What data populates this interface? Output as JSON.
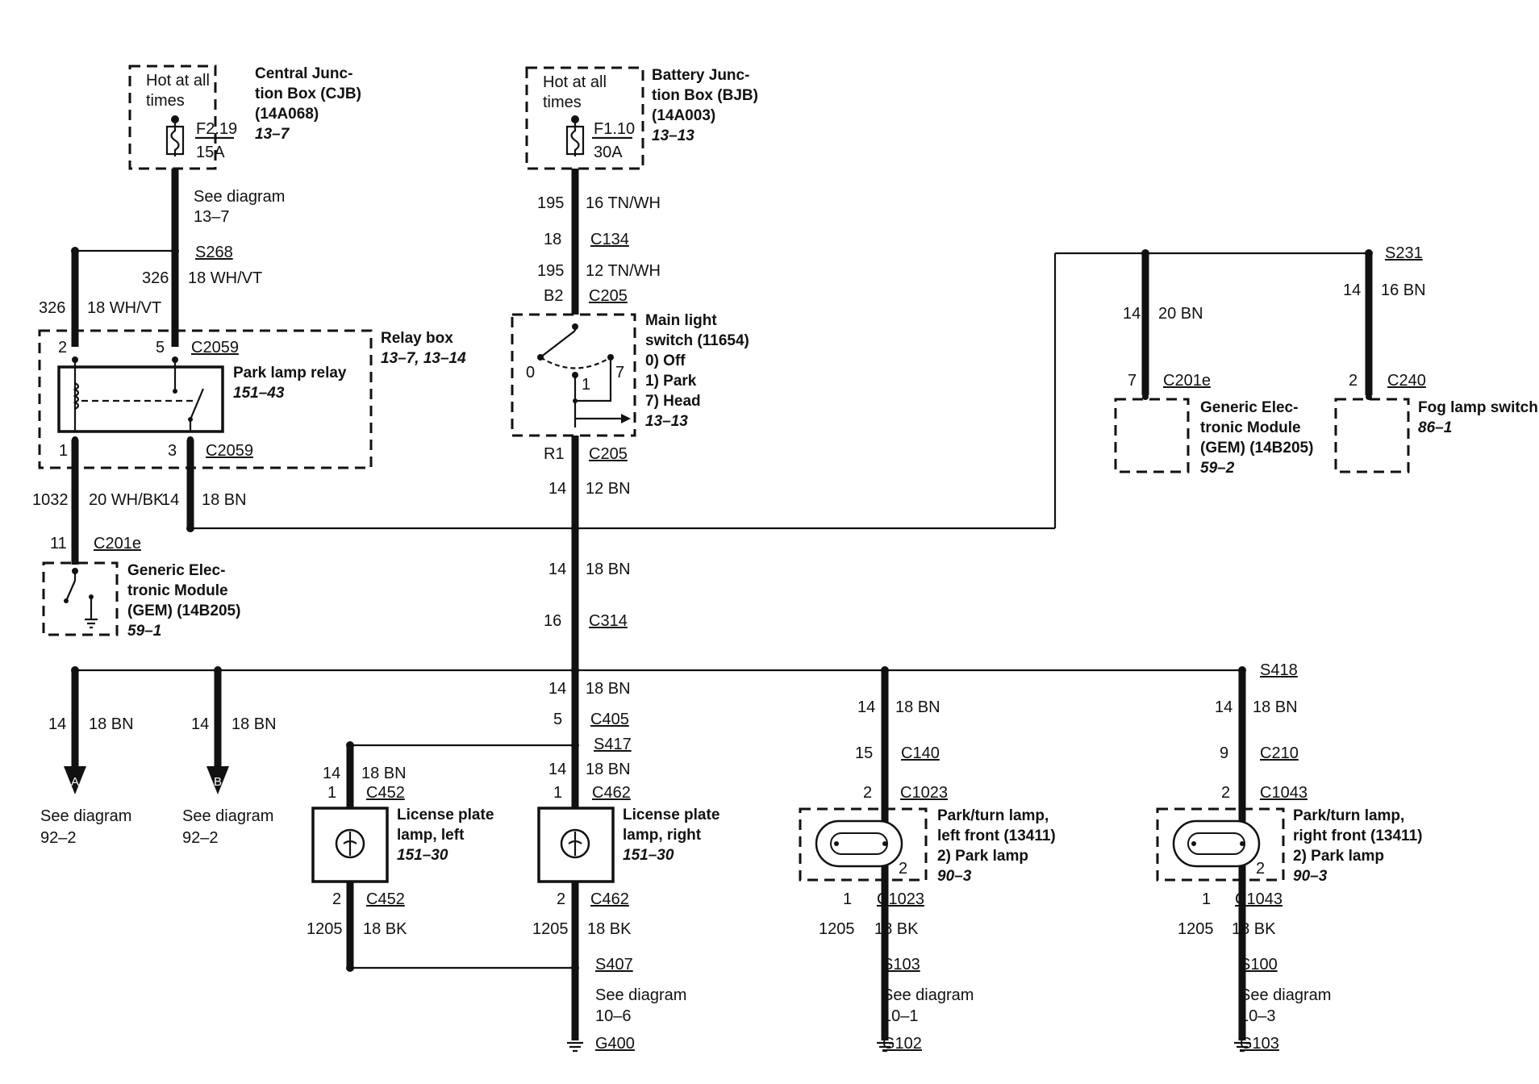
{
  "fuses": [
    {
      "id": "cjb",
      "hot": [
        "Hot at all",
        "times"
      ],
      "fuse": "F2.19",
      "rating": "15A",
      "label": [
        "Central Junc-",
        "tion Box (CJB)",
        "(14A068)"
      ],
      "ref": "13–7"
    },
    {
      "id": "bjb",
      "hot": [
        "Hot at all",
        "times"
      ],
      "fuse": "F1.10",
      "rating": "30A",
      "label": [
        "Battery Junc-",
        "tion Box (BJB)",
        "(14A003)"
      ],
      "ref": "13–13"
    }
  ],
  "see_13_7": [
    "See diagram",
    "13–7"
  ],
  "left_wires": {
    "s268": "S268",
    "w326a_n": "326",
    "w326a_c": "18 WH/VT",
    "w326b_n": "326",
    "w326b_c": "18 WH/VT"
  },
  "relay_box": {
    "label": "Relay box",
    "ref": "13–7, 13–14",
    "pin2": "2",
    "pin5": "5",
    "pin1": "1",
    "pin3": "3",
    "conn_top": "C2059",
    "conn_bot": "C2059",
    "relay_label": "Park lamp relay",
    "relay_ref": "151–43"
  },
  "relay_out": {
    "w1032_n": "1032",
    "w1032_c": "20 WH/BK",
    "w14_n": "14",
    "w14_c": "18 BN",
    "pin11": "11",
    "c201e": "C201e"
  },
  "gem_left": {
    "label": [
      "Generic Elec-",
      "tronic Module",
      "(GEM) (14B205)"
    ],
    "ref": "59–1"
  },
  "center": {
    "w195a_n": "195",
    "w195a_c": "16 TN/WH",
    "c134_pin": "18",
    "c134": "C134",
    "w195b_n": "195",
    "w195b_c": "12 TN/WH",
    "b2": "B2",
    "c205a": "C205",
    "switch_label": [
      "Main light",
      "switch (11654)"
    ],
    "switch_pos": [
      "0)   Off",
      "1)   Park",
      "7)   Head"
    ],
    "switch_ref": "13–13",
    "pos0": "0",
    "pos1": "1",
    "pos7": "7",
    "r1": "R1",
    "c205b": "C205",
    "w14a_n": "14",
    "w14a_c": "12 BN",
    "w14b_n": "14",
    "w14b_c": "18 BN",
    "c314_pin": "16",
    "c314": "C314",
    "w14c_n": "14",
    "w14c_c": "18 BN",
    "c405_pin": "5",
    "c405": "C405",
    "s417": "S417"
  },
  "right_top": {
    "s231": "S231",
    "gem_w_n": "14",
    "gem_w_c": "20 BN",
    "gem_pin": "7",
    "gem_conn": "C201e",
    "gem_label": [
      "Generic Elec-",
      "tronic Module",
      "(GEM) (14B205)"
    ],
    "gem_ref": "59–2",
    "fog_w_n": "14",
    "fog_w_c": "16 BN",
    "fog_pin": "2",
    "fog_conn": "C240",
    "fog_label": "Fog lamp switch",
    "fog_ref": "86–1"
  },
  "arrows": [
    {
      "letter": "A",
      "wire_n": "14",
      "wire_c": "18 BN",
      "see": [
        "See diagram",
        "92–2"
      ]
    },
    {
      "letter": "B",
      "wire_n": "14",
      "wire_c": "18 BN",
      "see": [
        "See diagram",
        "92–2"
      ]
    }
  ],
  "license_left": {
    "w_n": "14",
    "w_c": "18 BN",
    "pin1": "1",
    "conn1": "C452",
    "label": [
      "License plate",
      "lamp, left"
    ],
    "ref": "151–30",
    "pin2": "2",
    "conn2": "C452",
    "g_n": "1205",
    "g_c": "18 BK"
  },
  "license_right": {
    "w_n": "14",
    "w_c": "18 BN",
    "pin1": "1",
    "conn1": "C462",
    "label": [
      "License plate",
      "lamp, right"
    ],
    "ref": "151–30",
    "pin2": "2",
    "conn2": "C462",
    "g_n": "1205",
    "g_c": "18 BK",
    "s407": "S407",
    "see": [
      "See diagram",
      "10–6"
    ],
    "ground": "G400"
  },
  "park_left": {
    "w_n": "14",
    "w_c": "18 BN",
    "c_pin": "15",
    "conn": "C140",
    "pin2": "2",
    "conn2": "C1023",
    "label": [
      "Park/turn lamp,",
      "left front (13411)",
      "2)   Park lamp"
    ],
    "ref": "90–3",
    "lamp_pin": "2",
    "pin1": "1",
    "conn3": "C1023",
    "g_n": "1205",
    "g_c": "18 BK",
    "splice": "S103",
    "see": [
      "See diagram",
      "10–1"
    ],
    "ground": "G102"
  },
  "park_right": {
    "splice_top": "S418",
    "w_n": "14",
    "w_c": "18 BN",
    "c_pin": "9",
    "conn": "C210",
    "pin2": "2",
    "conn2": "C1043",
    "label": [
      "Park/turn lamp,",
      "right front (13411)",
      "2)   Park lamp"
    ],
    "ref": "90–3",
    "lamp_pin": "2",
    "pin1": "1",
    "conn3": "C1043",
    "g_n": "1205",
    "g_c": "18 BK",
    "splice": "S100",
    "see": [
      "See diagram",
      "10–3"
    ],
    "ground": "G103"
  }
}
